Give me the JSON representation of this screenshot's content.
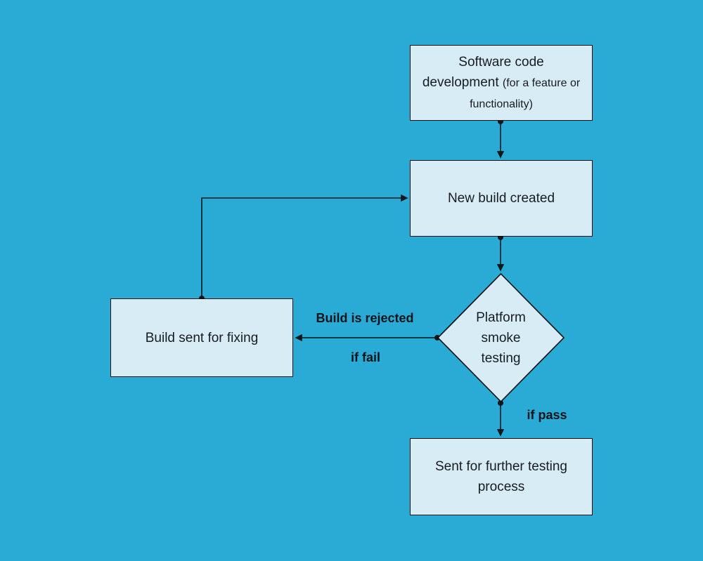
{
  "theme": {
    "background": "#29abd5",
    "node_fill": "#d8ecf6",
    "node_border": "#0b0d0f",
    "line_color": "#13181c",
    "text_color": "#181c21",
    "label_color": "#0e141a"
  },
  "nodes": {
    "development": {
      "label": "Software code development",
      "note": "(for a feature or functionality)"
    },
    "new_build": {
      "label": "New build created"
    },
    "smoke_testing": {
      "label": "Platform smoke testing"
    },
    "fixing": {
      "label": "Build sent for fixing"
    },
    "further_testing": {
      "label": "Sent for further testing process"
    }
  },
  "edge_labels": {
    "rejected": "Build is rejected",
    "if_fail": "if fail",
    "if_pass": "if pass"
  }
}
